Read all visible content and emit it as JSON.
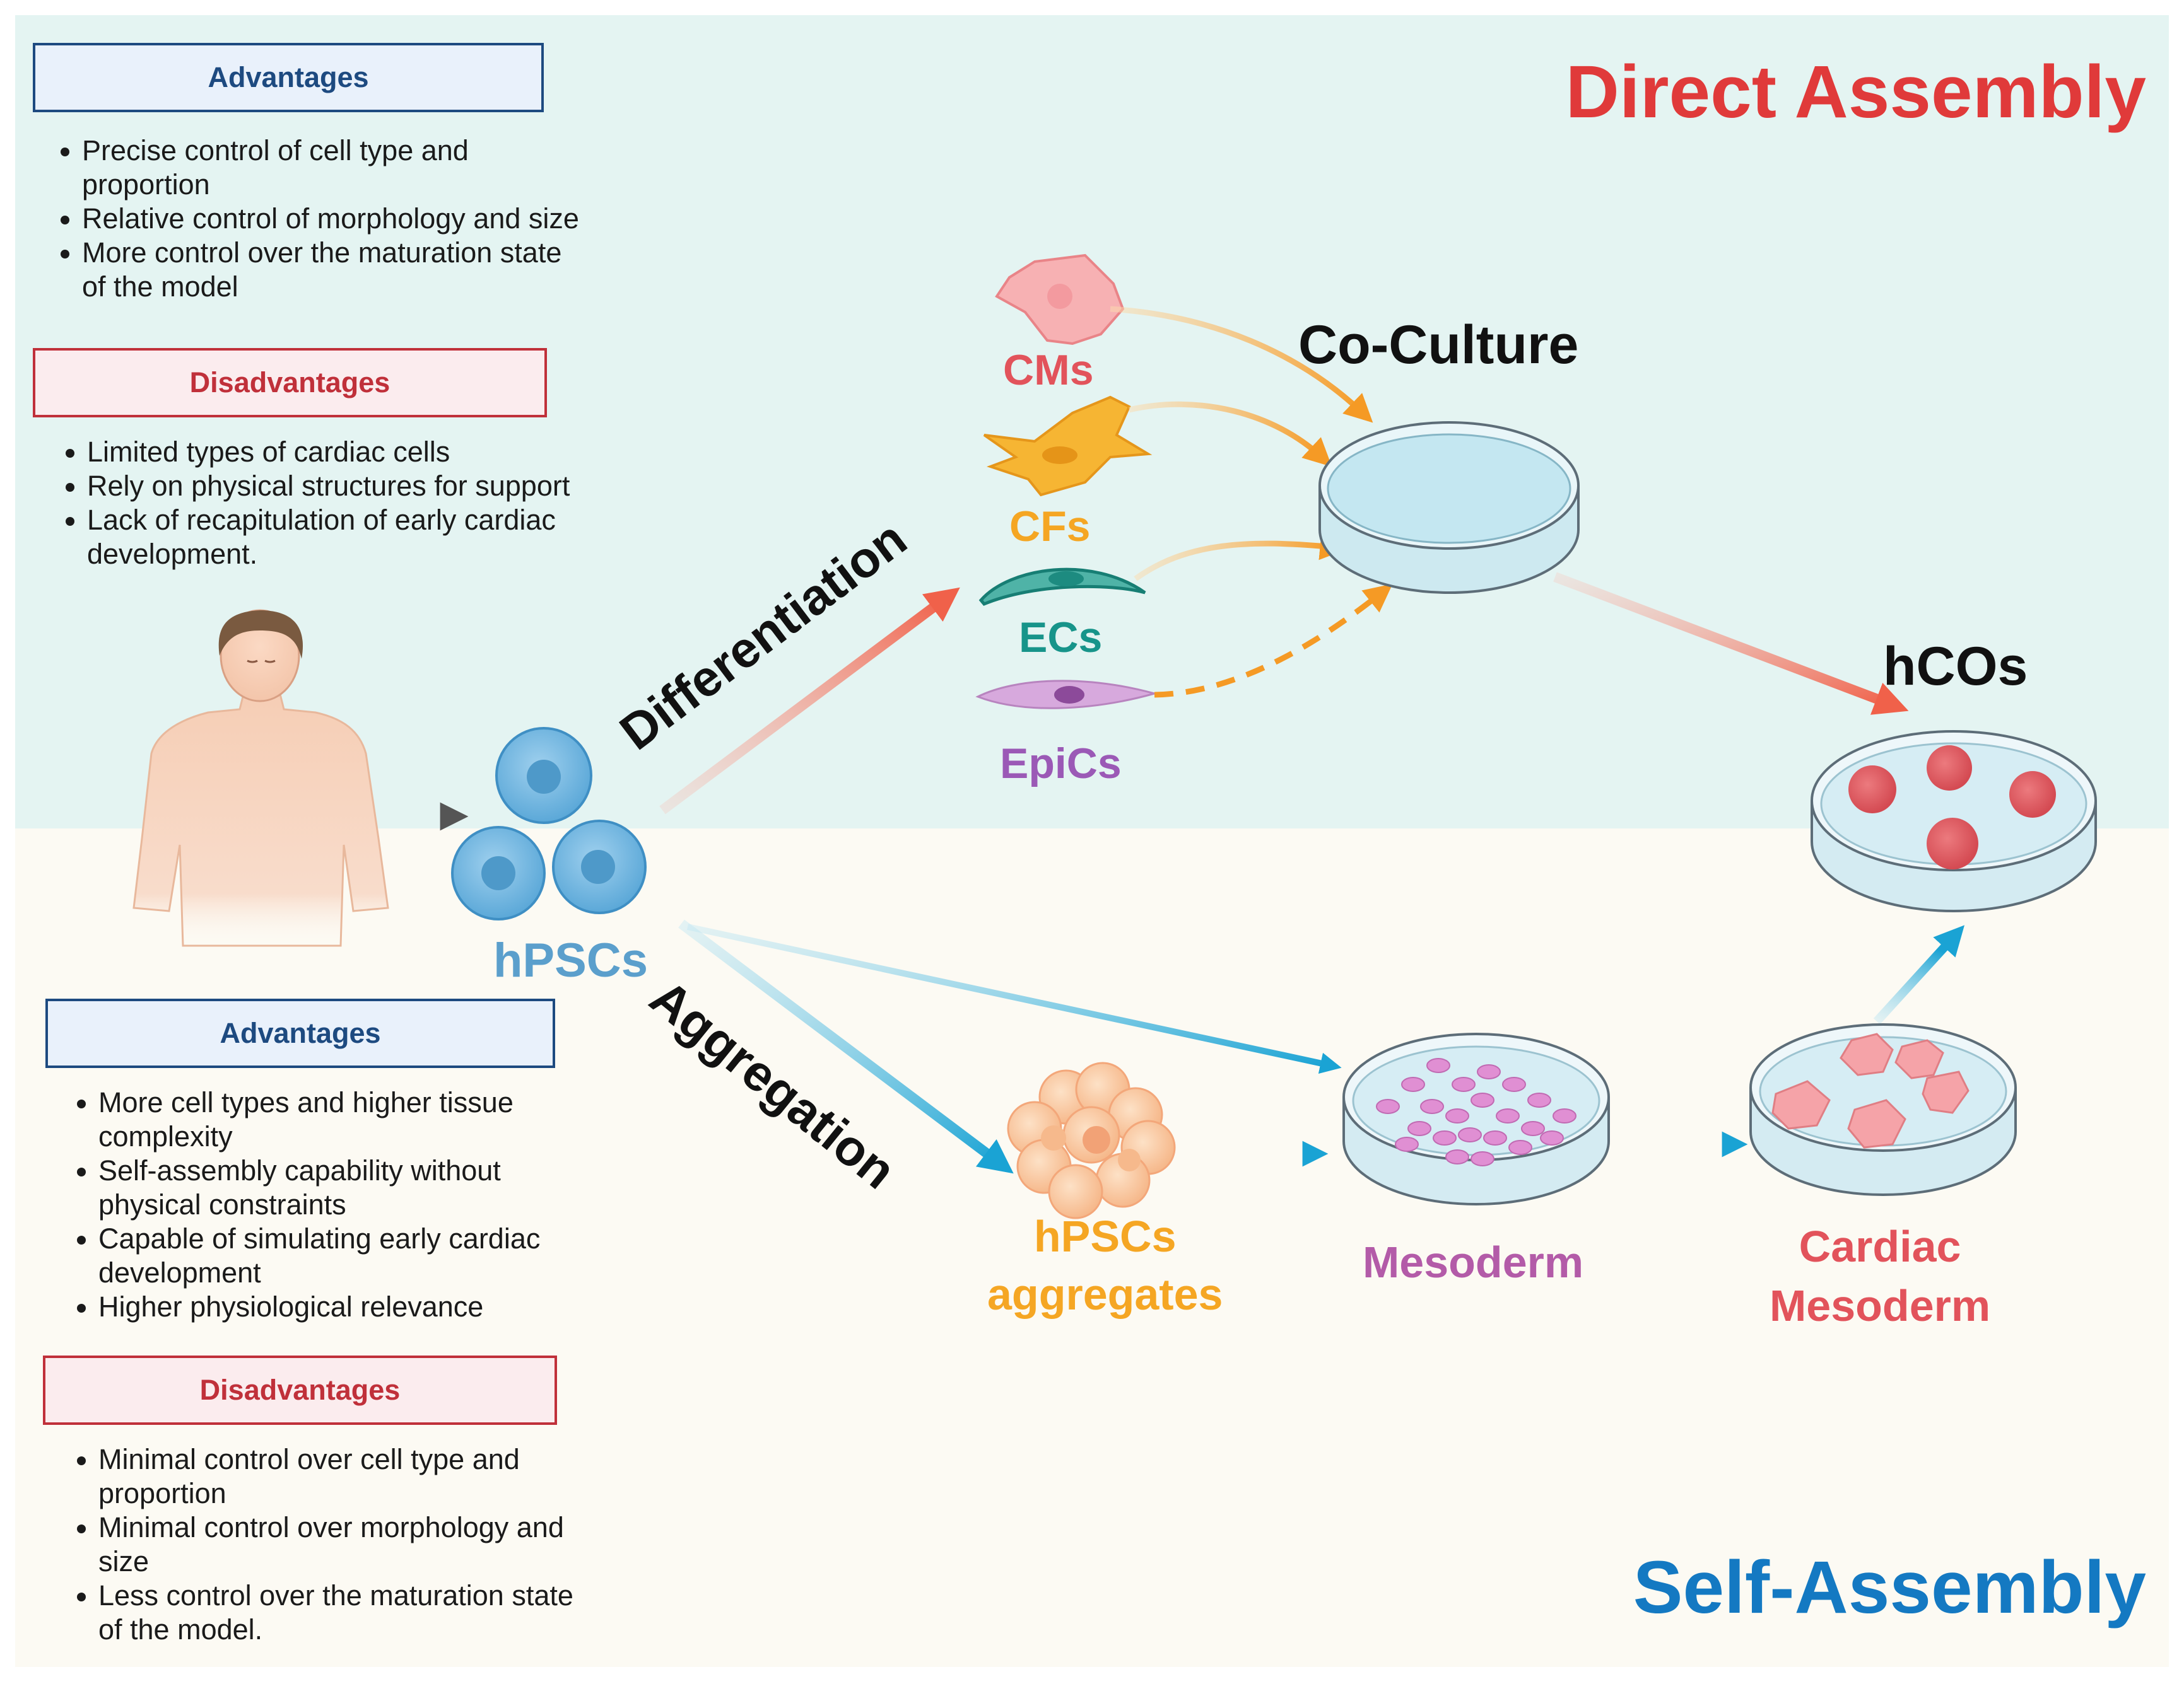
{
  "titles": {
    "direct": "Direct Assembly",
    "self": "Self-Assembly"
  },
  "direct_panel": {
    "advantages_header": "Advantages",
    "advantages": [
      "Precise control of cell type and proportion",
      "Relative control of morphology and size",
      "More control over the maturation state of the model"
    ],
    "disadvantages_header": "Disadvantages",
    "disadvantages": [
      "Limited types of cardiac cells",
      "Rely on physical structures for support",
      "Lack of recapitulation of early cardiac development."
    ]
  },
  "self_panel": {
    "advantages_header": "Advantages",
    "advantages": [
      "More cell types and higher tissue complexity",
      "Self-assembly capability without physical constraints",
      "Capable of simulating early cardiac development",
      "Higher physiological relevance"
    ],
    "disadvantages_header": "Disadvantages",
    "disadvantages": [
      "Minimal control over cell type and proportion",
      "Minimal control over morphology and size",
      "Less control over the maturation state of the model."
    ]
  },
  "diagram": {
    "hpscs": "hPSCs",
    "differentiation": "Differentiation",
    "aggregation": "Aggregation",
    "cms": "CMs",
    "cfs": "CFs",
    "ecs": "ECs",
    "epics": "EpiCs",
    "co_culture": "Co-Culture",
    "hcos": "hCOs",
    "aggregates_line1": "hPSCs",
    "aggregates_line2": "aggregates",
    "mesoderm": "Mesoderm",
    "cardiac_line1": "Cardiac",
    "cardiac_line2": "Mesoderm"
  },
  "colors": {
    "direct_title": "#e03a3a",
    "self_title": "#1479c2",
    "advantages_border": "#1d4a80",
    "disadvantages_border": "#c0303a",
    "cms": "#e2535b",
    "cfs": "#f5a623",
    "ecs": "#17948a",
    "epics": "#9b59b6",
    "hpscs": "#5b9fcc",
    "aggregates": "#f5a623",
    "mesoderm": "#b35ba8",
    "cardiac_mesoderm": "#e2535b"
  },
  "icons": [
    "human-figure-icon",
    "stem-cell-icon",
    "cardiomyocyte-icon",
    "fibroblast-icon",
    "endothelial-cell-icon",
    "epicardial-cell-icon",
    "petri-dish-icon",
    "organoid-icon",
    "cell-aggregate-icon"
  ]
}
